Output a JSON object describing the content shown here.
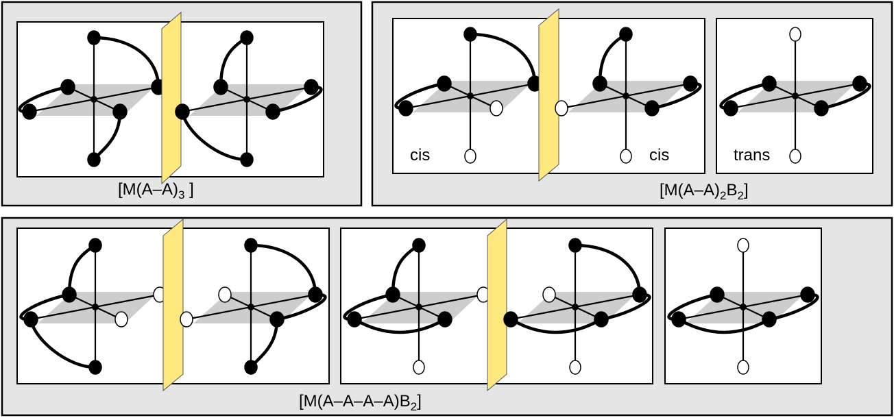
{
  "panels": [
    {
      "formula": [
        {
          "t": "[M(A–A)"
        },
        {
          "t": "3",
          "sub": true
        },
        {
          "t": " ]"
        }
      ],
      "molecules": [
        {
          "ligands": {
            "T": "A",
            "B": "A",
            "FL": "A",
            "BL": "A",
            "FR": "A",
            "BR": "A"
          },
          "chelates": [
            [
              "T",
              "BR"
            ],
            [
              "FL",
              "BL"
            ],
            [
              "FR",
              "B"
            ]
          ]
        },
        {
          "ligands": {
            "T": "A",
            "B": "A",
            "FL": "A",
            "BL": "A",
            "FR": "A",
            "BR": "A"
          },
          "chelates": [
            [
              "T",
              "BL"
            ],
            [
              "FL",
              "B"
            ],
            [
              "BR",
              "FR"
            ]
          ]
        }
      ]
    },
    {
      "formula": [
        {
          "t": "[M(A–A)"
        },
        {
          "t": "2",
          "sub": true
        },
        {
          "t": "B"
        },
        {
          "t": "2",
          "sub": true
        },
        {
          "t": "]"
        }
      ],
      "labels": [
        "cis",
        "cis",
        "trans"
      ],
      "molecules": [
        {
          "ligands": {
            "T": "A",
            "B": "B",
            "FL": "A",
            "BL": "A",
            "FR": "B",
            "BR": "A"
          },
          "chelates": [
            [
              "T",
              "BR"
            ],
            [
              "FL",
              "BL"
            ]
          ]
        },
        {
          "ligands": {
            "T": "A",
            "B": "B",
            "FL": "B",
            "BL": "A",
            "FR": "A",
            "BR": "A"
          },
          "chelates": [
            [
              "T",
              "BL"
            ],
            [
              "BR",
              "FR"
            ]
          ]
        },
        {
          "ligands": {
            "T": "B",
            "B": "B",
            "FL": "A",
            "BL": "A",
            "FR": "A",
            "BR": "A"
          },
          "chelates": [
            [
              "FL",
              "BL"
            ],
            [
              "BR",
              "FR"
            ]
          ]
        }
      ]
    },
    {
      "formula": [
        {
          "t": "[M(A–A–A–A)B"
        },
        {
          "t": "2",
          "sub": true
        },
        {
          "t": "]"
        }
      ],
      "molecules": [
        {
          "ligands": {
            "T": "A",
            "B": "A",
            "FL": "A",
            "BL": "A",
            "FR": "B",
            "BR": "B"
          },
          "chelates": [
            [
              "T",
              "BL"
            ],
            [
              "FL",
              "BL"
            ],
            [
              "FL",
              "B"
            ]
          ]
        },
        {
          "ligands": {
            "T": "A",
            "B": "A",
            "FL": "B",
            "BL": "B",
            "FR": "A",
            "BR": "A"
          },
          "chelates": [
            [
              "T",
              "BR"
            ],
            [
              "BR",
              "FR"
            ],
            [
              "FR",
              "B"
            ]
          ]
        },
        {
          "ligands": {
            "T": "A",
            "B": "B",
            "FL": "A",
            "BL": "A",
            "FR": "A",
            "BR": "B"
          },
          "chelates": [
            [
              "T",
              "BL"
            ],
            [
              "FL",
              "BL"
            ],
            [
              "FL",
              "FR"
            ]
          ]
        },
        {
          "ligands": {
            "T": "A",
            "B": "B",
            "FL": "A",
            "BL": "B",
            "FR": "A",
            "BR": "A"
          },
          "chelates": [
            [
              "T",
              "BR"
            ],
            [
              "BR",
              "FR"
            ],
            [
              "FL",
              "FR"
            ]
          ]
        },
        {
          "ligands": {
            "T": "B",
            "B": "B",
            "FL": "A",
            "BL": "A",
            "FR": "A",
            "BR": "A"
          },
          "chelates": [
            [
              "FL",
              "BL"
            ],
            [
              "FL",
              "FR"
            ],
            [
              "BR",
              "FR"
            ]
          ]
        }
      ]
    }
  ],
  "colors": {
    "mirror": "#ffe97f",
    "panel": "#e5e5e5",
    "plane": "#cdcdcd"
  }
}
